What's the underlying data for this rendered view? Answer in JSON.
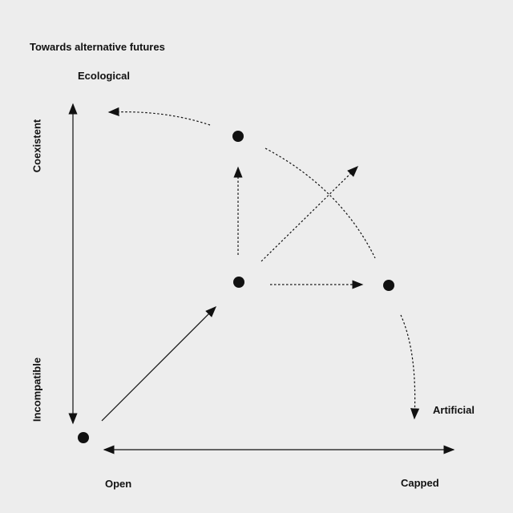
{
  "diagram": {
    "title": "Towards alternative futures",
    "labels": {
      "ecological": "Ecological",
      "artificial": "Artificial",
      "open": "Open",
      "capped": "Capped",
      "coexistent": "Coexistent",
      "incompatible": "Incompatible"
    },
    "colors": {
      "background": "#ededed",
      "ink": "#111111"
    }
  }
}
